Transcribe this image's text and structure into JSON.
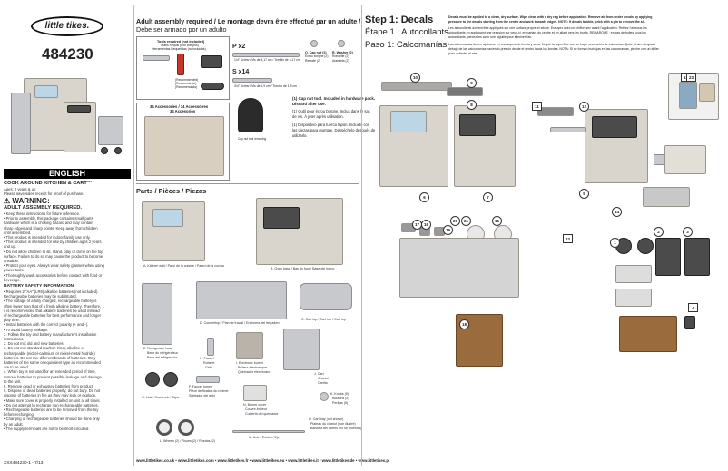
{
  "brand": {
    "logo_text": "little tikes.",
    "model_number": "484230"
  },
  "left": {
    "language_header": "ENGLISH",
    "product_title": "COOK AROUND KITCHEN & CART™",
    "ages": "Ages: 2 years & up",
    "retain_note": "Please save sales receipt for proof of purchase.",
    "warning_label": "WARNING:",
    "warning_sub": "ADULT ASSEMBLY REQUIRED.",
    "warning_items": [
      "• Keep these instructions for future reference.",
      "• Prior to assembly, this package contains small parts",
      "  hardware which is a choking hazard and may contain",
      "  sharp edges and sharp points. Keep away from children",
      "  until assembled.",
      "• This product is intended for indoor family use only.",
      "• This product is intended for use by children ages 2 years",
      "  and up.",
      "• Do not allow children to sit, stand, play or climb on the top",
      "  surface. Failure to do so may cause the product to become",
      "  unstable.",
      "• Protect your eyes. Always wear safety glasses when using",
      "  power tools.",
      "• Thoroughly wash accessories before contact with food or",
      "  beverage."
    ],
    "battery_header": "BATTERY SAFETY INFORMATION:",
    "battery_items": [
      "• Requires 2 \"AA\" (LR6) alkaline batteries (not included).",
      "  Rechargeable batteries may be substituted.",
      "• The voltage of a fully charged, rechargeable battery is",
      "  often lower than that of a fresh alkaline battery. Therefore,",
      "  it is recommended that alkaline batteries be used instead",
      "  of rechargeable batteries for best performance and longer",
      "  play time.",
      "• Install batteries with the correct polarity (+ and -).",
      "• To avoid battery leakage:",
      "1. Follow the toy and battery manufacturer's installation",
      "   instructions.",
      "2. Do not mix old and new batteries.",
      "3. Do not mix standard (carbon-zinc), alkaline or",
      "   rechargeable (nickel-cadmium or nickel-metal hydride)",
      "   batteries. Do not mix different brands of batteries. Only",
      "   batteries of the same or equivalent type as recommended",
      "   are to be used.",
      "4. When toy is not used for an extended period of time,",
      "   remove batteries to prevent possible leakage and damage",
      "   to the unit.",
      "5. Remove dead or exhausted batteries from product.",
      "6. Dispose of dead batteries properly; do not bury. Do not",
      "   dispose of batteries in fire as they may leak or explode.",
      "• Make sure cover is properly installed on unit at all times.",
      "• Do not attempt to recharge non-rechargeable batteries.",
      "• Rechargeable batteries are to be removed from the toy",
      "  before recharging.",
      "• Charging of rechargeable batteries should be done only",
      "  by an adult.",
      "• The supply terminals are not to be short-circuited."
    ],
    "footer_code": "XXX484230-1 - 7/13"
  },
  "middle": {
    "assembly_title": "Adult assembly required / Le montage devra être effectué par un adulte /",
    "assembly_title_2": "Debe ser armado por un adulto",
    "tools_label": "Tools required (not included)",
    "tools_sub": "Outils Requis (non compris)",
    "tools_sub_2": "Herramientas Requeridas (no incluidas)",
    "recommended": "(Recommended)",
    "recommended_fr": "(Recommandé)",
    "recommended_es": "(Recomendado)",
    "accessories_label": "34 Accessories / 34 Accessoires",
    "accessories_label_2": "34 Accesorios",
    "hw_p": "P x2",
    "hw_p_desc": "1/4\" Screw / Vis de 3,17 cm / Tornillo de 3,17 cm",
    "hw_s": "S x14",
    "hw_s_desc": "3/4\" Screw / Vis de 1,9 cm / Tornillo de 1,9 cm",
    "hw_q": "Q. Cap nut (2)",
    "hw_q_fr": "Écrou borgne (2)",
    "hw_q_es": "Remate (2)",
    "hw_r": "R. Washer (2)",
    "hw_r_fr": "Rondelle (2)",
    "hw_r_es": "Arandela (2)",
    "cap_nut_tool_1": "(1) Cap nut tool. Included in hardware pack.",
    "cap_nut_tool_2": "Discard after use.",
    "cap_nut_tool_fr_1": "(1) Outil pour écrou borgne. Inclus dans le sac",
    "cap_nut_tool_fr_2": "de vis. À jeter après utilisation.",
    "cap_nut_tool_es_1": "(1) Dispositivo para tuerca tapón. Incluido con",
    "cap_nut_tool_es_2": "las piezas para montaje. Desséchelo después de",
    "cap_nut_tool_es_3": "utilizarlo.",
    "cap_nut_note": "Cap nut tool removing",
    "parts_title": "Parts / Pièces / Piezas",
    "parts": {
      "a": "A. Kitchen wall / Paroi de la cuisine / Pared de la cocina",
      "b": "B. Oven base / Bas du four / Base del horno",
      "c": "C. Cart top / Cart top / Cart top",
      "d": "D. Countertop / Plan de travail / Encimera del fregadero",
      "e": "E. Refrigerator base",
      "e_fr": "Base du réfrigérateur",
      "e_es": "Base del refrigerador",
      "f": "F. Faucet turner",
      "f_fr": "Pièce de fixation du robinet",
      "f_es": "Sujetador del grifo",
      "g": "G. Lids / Couvercle / Tapa",
      "h": "H. Faucet",
      "h_fr": "Robinet",
      "h_es": "Grifo",
      "i": "I. Electronic burner",
      "i_fr": "Brûleur électronique",
      "i_es": "Quemador electrónico",
      "j": "J. Cart",
      "j_fr": "Chariot",
      "j_es": "Carrito",
      "k": "K. Knobs (5)",
      "k_fr": "Boutons (5)",
      "k_es": "Perillas (5)",
      "l": "L. Wheels (2) / Roues (2) / Ruedas (2)",
      "m": "M. Axle / Essieu / Eje",
      "n": "N. Burner cover",
      "n_fr": "Couvre-brûleur",
      "n_es": "Cubierta del quemador",
      "o": "O. Cart tray (not shown)",
      "o_fr": "Plateau du chariot (non illustré)",
      "o_es": "Bandeja del carrito (no se muestra)"
    },
    "footer_urls": "www.littletikes.co.uk • www.littletikes.com • www.littletikes.fr • www.littletikes.eu • www.littletikes.it • www.littletikes.de • www.littletikes.pl"
  },
  "right": {
    "step_title": "Step 1: Decals",
    "step_title_fr": "Étape 1 : Autocollants",
    "step_title_es": "Paso 1: Calcomanías",
    "step_desc_1": "Decals must be applied to a clean, dry surface. Wipe clean with a dry rag before application. Remove air from under decals by applying",
    "step_desc_2": "pressure to the decals starting from the center and work towards edges.  NOTE: If decals bubble, prick with a pin to remove the air.",
    "step_desc_fr_1": "Les autocollants doivent être appliqués sur une surface propre et sèche. Essuyez avec un chiffon sec avant l'application. Retirez l'air sous les",
    "step_desc_fr_2": "autocollants en appliquant une pression sur ceux-ci, en partant du centre et en allant vers les bords. REMARQUE : en cas de bulles sous les",
    "step_desc_fr_3": "autocollants, percez-les avec une aiguille pour éliminer l'air.",
    "step_desc_es_1": "Las calcomanías deben aplicarse en una superficie limpia y seca. Limpie la superficie con un trapo seco antes de colocarlas. Quite el aire atrapado",
    "step_desc_es_2": "debajo de las calcomanías haciendo presión desde el centro hacia los bordes.  NOTA: Si se forman burbujas en las calcomanías, pinche con un alfiler",
    "step_desc_es_3": "para quitarles el aire.",
    "callouts": [
      "10",
      "9",
      "8",
      "11",
      "12",
      "13",
      "6",
      "7",
      "5",
      "17",
      "16",
      "20",
      "21",
      "15",
      "22",
      "14",
      "1",
      "2",
      "3",
      "4",
      "18",
      "23",
      "19"
    ]
  }
}
